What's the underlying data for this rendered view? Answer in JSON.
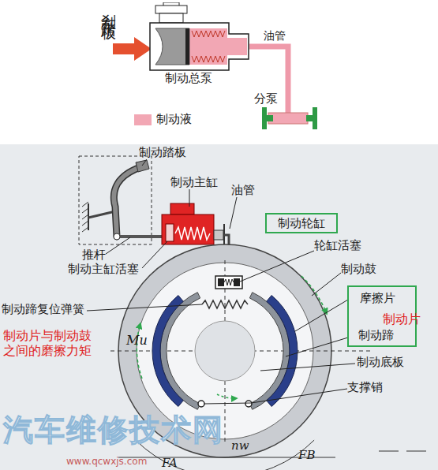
{
  "diagram": {
    "nodes": [
      {
        "text": [
          "制动总泵"
        ]
      },
      {
        "text": [
          "分泵"
        ]
      },
      {
        "text": [
          "制动轮缸"
        ]
      },
      {
        "text": [
          "摩擦片",
          "制动蹄"
        ]
      }
    ],
    "edges": [
      {
        "from": 0,
        "to": 1,
        "arrow": "none",
        "label": "油管"
      }
    ],
    "labels": [
      "刹车踏板",
      "制动踏板",
      "制动主缸",
      "油管",
      "推杆",
      "制动主缸活塞",
      "轮缸活塞",
      "制动鼓",
      "制动蹄复位弹簧",
      "制动片",
      "制动片与制动鼓之间的磨擦力矩",
      "Mu",
      "制动底板",
      "支撑销",
      "nw",
      "FA",
      "FB",
      "汽车维修技术网",
      "www.qcwxjs.com"
    ],
    "legend": [
      {
        "text": "制动液",
        "color": "#f2a7b4"
      }
    ]
  }
}
